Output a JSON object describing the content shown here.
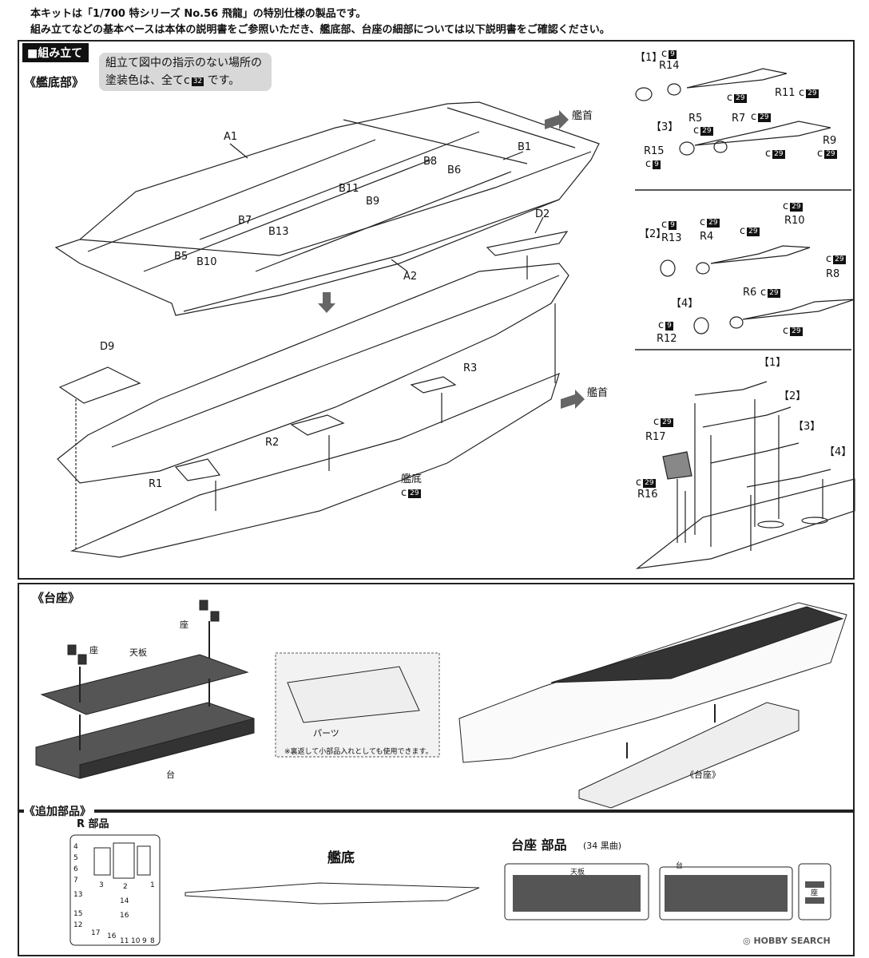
{
  "header": {
    "line1": "本キットは「1/700 特シリーズ No.56 飛龍」の特別仕様の製品です。",
    "line2": "組み立てなどの基本ベースは本体の説明書をご参照いただき、艦底部、台座の細部については以下説明書をご確認ください。"
  },
  "assembly": {
    "tab": "■組み立て",
    "section": "《艦底部》",
    "note_line1": "組立て図中の指示のない場所の",
    "note_line2": "塗装色は、全てc",
    "note_color": "32",
    "note_suffix": "です。",
    "bow": "艦首",
    "bow2": "艦首",
    "hull_label": "艦底",
    "hull_color": "29",
    "parts": [
      "A1",
      "A2",
      "B1",
      "B5",
      "B6",
      "B7",
      "B8",
      "B9",
      "B10",
      "B11",
      "B13",
      "D2",
      "D9",
      "R1",
      "R2",
      "R3"
    ]
  },
  "props": {
    "g1": "【1】",
    "g2": "【2】",
    "g3": "【3】",
    "g4": "【4】",
    "c": "c",
    "r14": "R14",
    "r5": "R5",
    "r11": "R11",
    "r15": "R15",
    "r7": "R7",
    "r9": "R9",
    "r13": "R13",
    "r4": "R4",
    "r10": "R10",
    "r8": "R8",
    "r6": "R6",
    "r12": "R12",
    "r17": "R17",
    "r16": "R16",
    "col9": "9",
    "col29": "29"
  },
  "stand": {
    "section": "《台座》",
    "za1": "座",
    "za2": "座",
    "tenban": "天板",
    "dai": "台",
    "parts": "パーツ",
    "note": "※裏返して小部品入れとしても使用できます。",
    "caption": "《台座》"
  },
  "extra": {
    "section": "《追加部品》",
    "r_title": "R 部品",
    "runner_nums": [
      "4",
      "5",
      "6",
      "7",
      "3",
      "2",
      "1",
      "13",
      "14",
      "15",
      "16",
      "12",
      "17",
      "16",
      "11",
      "10",
      "9",
      "8"
    ],
    "kantei": "艦底",
    "stand_title": "台座 部品",
    "stand_sub": "(34 黒曲)",
    "tenban": "天板",
    "dai": "台",
    "za": "座"
  },
  "watermark": "HOBBY SEARCH"
}
